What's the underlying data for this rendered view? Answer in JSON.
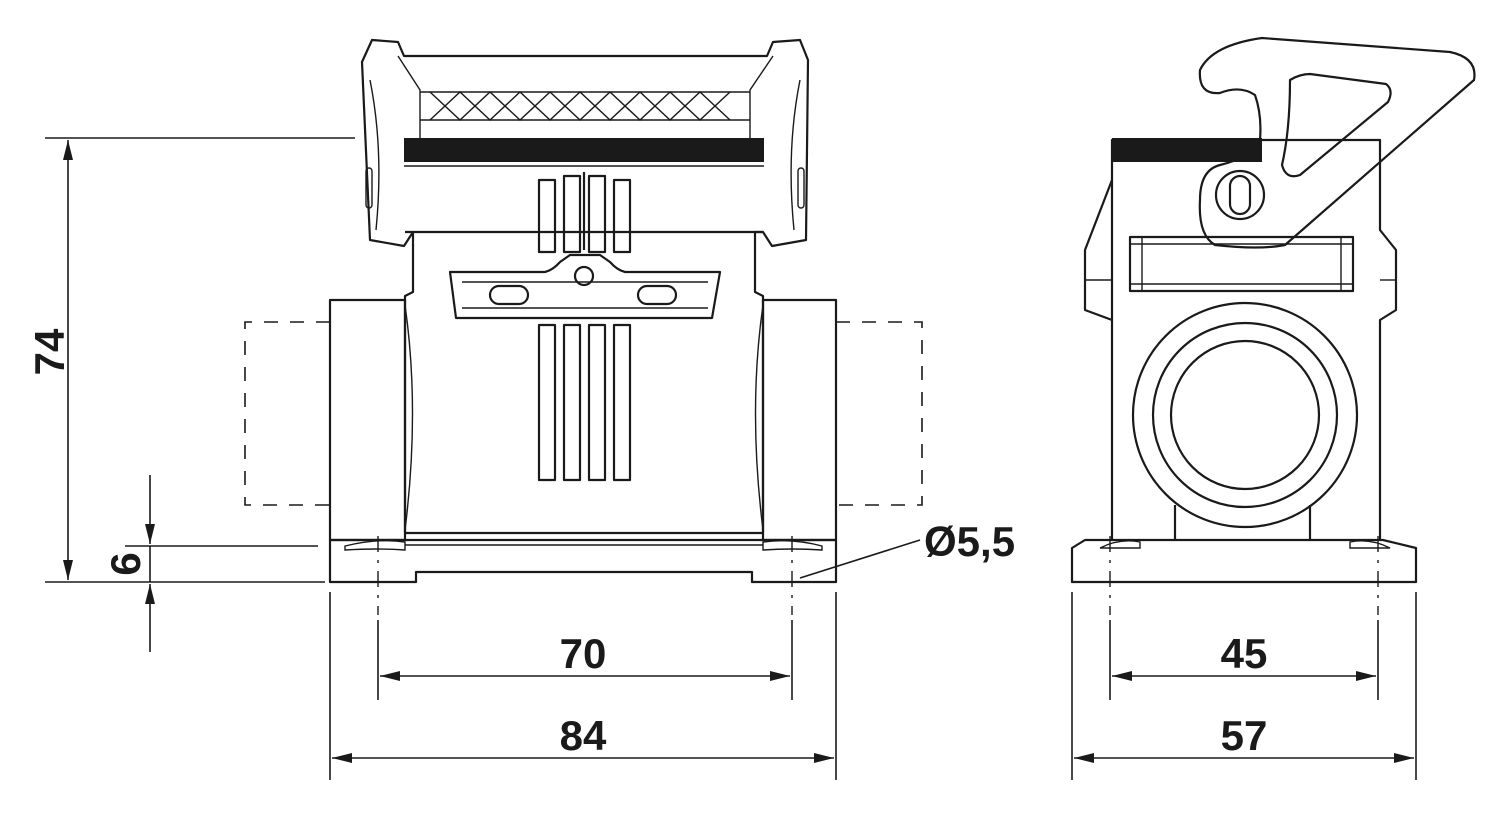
{
  "drawing": {
    "dimensions": {
      "height_total": "74",
      "base_height": "6",
      "front_hole_spacing": "70",
      "front_width": "84",
      "side_hole_spacing": "45",
      "side_width": "57",
      "hole_diameter": "Ø5,5"
    }
  }
}
